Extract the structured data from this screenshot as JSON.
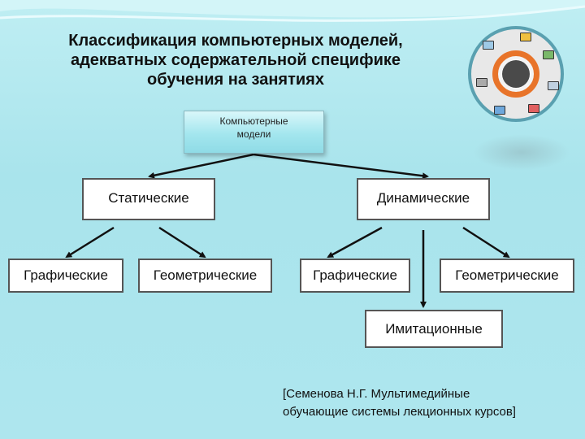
{
  "title": {
    "line1": "Классификация  компьютерных моделей,",
    "line2": "адекватных содержательной специфике",
    "line3": "обучения на занятиях"
  },
  "root": {
    "line1": "Компьютерные",
    "line2": "модели"
  },
  "level1": {
    "static": "Статические",
    "dynamic": "Динамические"
  },
  "level2": {
    "static_graphic": "Графические",
    "static_geometric": "Геометрические",
    "dynamic_graphic": "Графические",
    "dynamic_geometric": "Геометрические",
    "dynamic_imitation": "Имитационные"
  },
  "citation": {
    "line1": "[Семенова Н.Г. Мультимедийные",
    "line2": "обучающие системы лекционных курсов]"
  },
  "colors": {
    "background": "#aee6ee",
    "root_fill": "#a3e6ee",
    "logo_ring": "#e8742a"
  }
}
